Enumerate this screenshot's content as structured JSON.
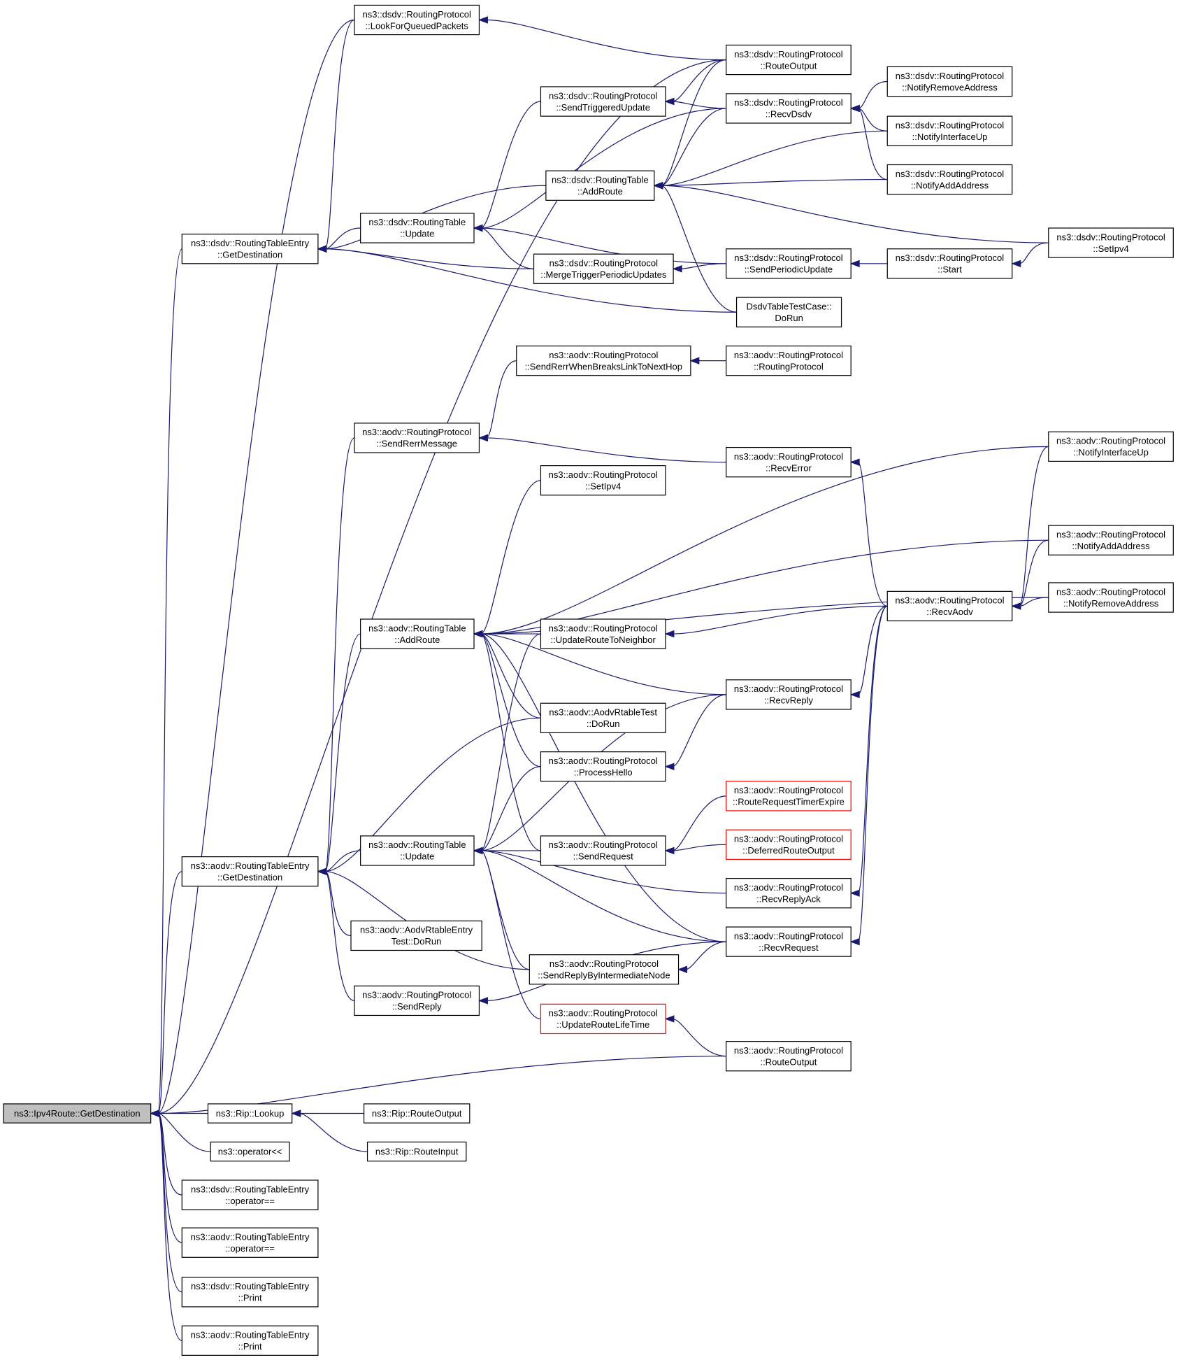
{
  "graph": {
    "type": "caller-graph",
    "colors": {
      "edge": "#191970",
      "node_border": "#000000",
      "root_fill": "#bfbfbf",
      "truncated_border": "#ff0000"
    },
    "nodes": [
      {
        "id": "root",
        "lines": [
          "ns3::Ipv4Route::GetDestination"
        ],
        "root": true
      },
      {
        "id": "dsdvEntryGetDest",
        "lines": [
          "ns3::dsdv::RoutingTableEntry",
          "::GetDestination"
        ]
      },
      {
        "id": "dsdvLookForQueued",
        "lines": [
          "ns3::dsdv::RoutingProtocol",
          "::LookForQueuedPackets"
        ]
      },
      {
        "id": "dsdvRouteOutput",
        "lines": [
          "ns3::dsdv::RoutingProtocol",
          "::RouteOutput"
        ]
      },
      {
        "id": "dsdvSendTriggered",
        "lines": [
          "ns3::dsdv::RoutingProtocol",
          "::SendTriggeredUpdate"
        ]
      },
      {
        "id": "dsdvRecvDsdv",
        "lines": [
          "ns3::dsdv::RoutingProtocol",
          "::RecvDsdv"
        ]
      },
      {
        "id": "dsdvNotifyRemove",
        "lines": [
          "ns3::dsdv::RoutingProtocol",
          "::NotifyRemoveAddress"
        ]
      },
      {
        "id": "dsdvNotifyIfUp",
        "lines": [
          "ns3::dsdv::RoutingProtocol",
          "::NotifyInterfaceUp"
        ]
      },
      {
        "id": "dsdvAddRoute",
        "lines": [
          "ns3::dsdv::RoutingTable",
          "::AddRoute"
        ]
      },
      {
        "id": "dsdvNotifyAdd",
        "lines": [
          "ns3::dsdv::RoutingProtocol",
          "::NotifyAddAddress"
        ]
      },
      {
        "id": "dsdvUpdate",
        "lines": [
          "ns3::dsdv::RoutingTable",
          "::Update"
        ]
      },
      {
        "id": "dsdvSetIpv4",
        "lines": [
          "ns3::dsdv::RoutingProtocol",
          "::SetIpv4"
        ]
      },
      {
        "id": "dsdvMerge",
        "lines": [
          "ns3::dsdv::RoutingProtocol",
          "::MergeTriggerPeriodicUpdates"
        ]
      },
      {
        "id": "dsdvSendPeriodic",
        "lines": [
          "ns3::dsdv::RoutingProtocol",
          "::SendPeriodicUpdate"
        ]
      },
      {
        "id": "dsdvStart",
        "lines": [
          "ns3::dsdv::RoutingProtocol",
          "::Start"
        ]
      },
      {
        "id": "dsdvTableTest",
        "lines": [
          "DsdvTableTestCase::",
          "DoRun"
        ]
      },
      {
        "id": "aodvSendRerrBreaks",
        "lines": [
          "ns3::aodv::RoutingProtocol",
          "::SendRerrWhenBreaksLinkToNextHop"
        ]
      },
      {
        "id": "aodvRoutingProtocolCtor",
        "lines": [
          "ns3::aodv::RoutingProtocol",
          "::RoutingProtocol"
        ]
      },
      {
        "id": "aodvSendRerrMsg",
        "lines": [
          "ns3::aodv::RoutingProtocol",
          "::SendRerrMessage"
        ]
      },
      {
        "id": "aodvNotifyIfUp",
        "lines": [
          "ns3::aodv::RoutingProtocol",
          "::NotifyInterfaceUp"
        ]
      },
      {
        "id": "aodvRecvError",
        "lines": [
          "ns3::aodv::RoutingProtocol",
          "::RecvError"
        ]
      },
      {
        "id": "aodvSetIpv4",
        "lines": [
          "ns3::aodv::RoutingProtocol",
          "::SetIpv4"
        ]
      },
      {
        "id": "aodvNotifyAdd",
        "lines": [
          "ns3::aodv::RoutingProtocol",
          "::NotifyAddAddress"
        ]
      },
      {
        "id": "aodvRecvAodv",
        "lines": [
          "ns3::aodv::RoutingProtocol",
          "::RecvAodv"
        ]
      },
      {
        "id": "aodvNotifyRemove",
        "lines": [
          "ns3::aodv::RoutingProtocol",
          "::NotifyRemoveAddress"
        ]
      },
      {
        "id": "aodvAddRoute",
        "lines": [
          "ns3::aodv::RoutingTable",
          "::AddRoute"
        ]
      },
      {
        "id": "aodvUpdateRouteToNeighbor",
        "lines": [
          "ns3::aodv::RoutingProtocol",
          "::UpdateRouteToNeighbor"
        ]
      },
      {
        "id": "aodvRecvReply",
        "lines": [
          "ns3::aodv::RoutingProtocol",
          "::RecvReply"
        ]
      },
      {
        "id": "aodvRtableTest",
        "lines": [
          "ns3::aodv::AodvRtableTest",
          "::DoRun"
        ]
      },
      {
        "id": "aodvProcessHello",
        "lines": [
          "ns3::aodv::RoutingProtocol",
          "::ProcessHello"
        ]
      },
      {
        "id": "aodvRouteReqTimer",
        "lines": [
          "ns3::aodv::RoutingProtocol",
          "::RouteRequestTimerExpire"
        ],
        "truncated": true
      },
      {
        "id": "aodvDeferred",
        "lines": [
          "ns3::aodv::RoutingProtocol",
          "::DeferredRouteOutput"
        ],
        "truncated": true
      },
      {
        "id": "aodvUpdate",
        "lines": [
          "ns3::aodv::RoutingTable",
          "::Update"
        ]
      },
      {
        "id": "aodvSendRequest",
        "lines": [
          "ns3::aodv::RoutingProtocol",
          "::SendRequest"
        ]
      },
      {
        "id": "aodvEntryGetDest",
        "lines": [
          "ns3::aodv::RoutingTableEntry",
          "::GetDestination"
        ]
      },
      {
        "id": "aodvRecvReplyAck",
        "lines": [
          "ns3::aodv::RoutingProtocol",
          "::RecvReplyAck"
        ]
      },
      {
        "id": "aodvRtableEntryTest",
        "lines": [
          "ns3::aodv::AodvRtableEntry",
          "Test::DoRun"
        ]
      },
      {
        "id": "aodvRecvRequest",
        "lines": [
          "ns3::aodv::RoutingProtocol",
          "::RecvRequest"
        ]
      },
      {
        "id": "aodvSendReplyByInter",
        "lines": [
          "ns3::aodv::RoutingProtocol",
          "::SendReplyByIntermediateNode"
        ]
      },
      {
        "id": "aodvSendReply",
        "lines": [
          "ns3::aodv::RoutingProtocol",
          "::SendReply"
        ]
      },
      {
        "id": "aodvUpdateRouteLife",
        "lines": [
          "ns3::aodv::RoutingProtocol",
          "::UpdateRouteLifeTime"
        ],
        "truncated": true
      },
      {
        "id": "aodvRouteOutput",
        "lines": [
          "ns3::aodv::RoutingProtocol",
          "::RouteOutput"
        ]
      },
      {
        "id": "ripLookup",
        "lines": [
          "ns3::Rip::Lookup"
        ]
      },
      {
        "id": "ripRouteOutput",
        "lines": [
          "ns3::Rip::RouteOutput"
        ]
      },
      {
        "id": "ripRouteInput",
        "lines": [
          "ns3::Rip::RouteInput"
        ]
      },
      {
        "id": "opStream",
        "lines": [
          "ns3::operator<<"
        ]
      },
      {
        "id": "dsdvOpEq",
        "lines": [
          "ns3::dsdv::RoutingTableEntry",
          "::operator=="
        ]
      },
      {
        "id": "aodvOpEq",
        "lines": [
          "ns3::aodv::RoutingTableEntry",
          "::operator=="
        ]
      },
      {
        "id": "dsdvPrint",
        "lines": [
          "ns3::dsdv::RoutingTableEntry",
          "::Print"
        ]
      },
      {
        "id": "aodvPrint",
        "lines": [
          "ns3::aodv::RoutingTableEntry",
          "::Print"
        ]
      }
    ],
    "edges": [
      [
        "root",
        "dsdvLookForQueued"
      ],
      [
        "root",
        "dsdvRouteOutput"
      ],
      [
        "root",
        "dsdvEntryGetDest"
      ],
      [
        "root",
        "aodvEntryGetDest"
      ],
      [
        "root",
        "aodvRouteOutput"
      ],
      [
        "root",
        "ripLookup"
      ],
      [
        "root",
        "opStream"
      ],
      [
        "root",
        "dsdvOpEq"
      ],
      [
        "root",
        "aodvOpEq"
      ],
      [
        "root",
        "dsdvPrint"
      ],
      [
        "root",
        "aodvPrint"
      ],
      [
        "dsdvLookForQueued",
        "dsdvRouteOutput"
      ],
      [
        "dsdvEntryGetDest",
        "dsdvLookForQueued"
      ],
      [
        "dsdvEntryGetDest",
        "dsdvAddRoute"
      ],
      [
        "dsdvEntryGetDest",
        "dsdvUpdate"
      ],
      [
        "dsdvEntryGetDest",
        "dsdvMerge"
      ],
      [
        "dsdvEntryGetDest",
        "dsdvTableTest"
      ],
      [
        "dsdvSendTriggered",
        "dsdvRouteOutput"
      ],
      [
        "dsdvSendTriggered",
        "dsdvRecvDsdv"
      ],
      [
        "dsdvRecvDsdv",
        "dsdvNotifyRemove"
      ],
      [
        "dsdvRecvDsdv",
        "dsdvNotifyIfUp"
      ],
      [
        "dsdvRecvDsdv",
        "dsdvNotifyAdd"
      ],
      [
        "dsdvAddRoute",
        "dsdvRouteOutput"
      ],
      [
        "dsdvAddRoute",
        "dsdvRecvDsdv"
      ],
      [
        "dsdvAddRoute",
        "dsdvNotifyIfUp"
      ],
      [
        "dsdvAddRoute",
        "dsdvNotifyAdd"
      ],
      [
        "dsdvAddRoute",
        "dsdvSetIpv4"
      ],
      [
        "dsdvAddRoute",
        "dsdvTableTest"
      ],
      [
        "dsdvUpdate",
        "dsdvSendTriggered"
      ],
      [
        "dsdvUpdate",
        "dsdvRecvDsdv"
      ],
      [
        "dsdvUpdate",
        "dsdvMerge"
      ],
      [
        "dsdvUpdate",
        "dsdvSendPeriodic"
      ],
      [
        "dsdvMerge",
        "dsdvSendPeriodic"
      ],
      [
        "dsdvSendPeriodic",
        "dsdvStart"
      ],
      [
        "dsdvStart",
        "dsdvSetIpv4"
      ],
      [
        "aodvSendRerrBreaks",
        "aodvRoutingProtocolCtor"
      ],
      [
        "aodvSendRerrMsg",
        "aodvSendRerrBreaks"
      ],
      [
        "aodvSendRerrMsg",
        "aodvRecvError"
      ],
      [
        "aodvRecvError",
        "aodvRecvAodv"
      ],
      [
        "aodvRecvAodv",
        "aodvNotifyIfUp"
      ],
      [
        "aodvRecvAodv",
        "aodvNotifyAdd"
      ],
      [
        "aodvRecvAodv",
        "aodvNotifyRemove"
      ],
      [
        "aodvAddRoute",
        "aodvNotifyIfUp"
      ],
      [
        "aodvAddRoute",
        "aodvSetIpv4"
      ],
      [
        "aodvAddRoute",
        "aodvNotifyAdd"
      ],
      [
        "aodvAddRoute",
        "aodvNotifyRemove"
      ],
      [
        "aodvAddRoute",
        "aodvUpdateRouteToNeighbor"
      ],
      [
        "aodvAddRoute",
        "aodvRecvReply"
      ],
      [
        "aodvAddRoute",
        "aodvRtableTest"
      ],
      [
        "aodvAddRoute",
        "aodvProcessHello"
      ],
      [
        "aodvAddRoute",
        "aodvSendRequest"
      ],
      [
        "aodvAddRoute",
        "aodvRecvRequest"
      ],
      [
        "aodvUpdateRouteToNeighbor",
        "aodvRecvAodv"
      ],
      [
        "aodvRecvReply",
        "aodvRecvAodv"
      ],
      [
        "aodvProcessHello",
        "aodvRecvReply"
      ],
      [
        "aodvSendRequest",
        "aodvRouteReqTimer"
      ],
      [
        "aodvSendRequest",
        "aodvDeferred"
      ],
      [
        "aodvRecvReplyAck",
        "aodvRecvAodv"
      ],
      [
        "aodvRecvRequest",
        "aodvRecvAodv"
      ],
      [
        "aodvEntryGetDest",
        "aodvSendRerrMsg"
      ],
      [
        "aodvEntryGetDest",
        "aodvAddRoute"
      ],
      [
        "aodvEntryGetDest",
        "aodvRtableTest"
      ],
      [
        "aodvEntryGetDest",
        "aodvUpdate"
      ],
      [
        "aodvEntryGetDest",
        "aodvRtableEntryTest"
      ],
      [
        "aodvEntryGetDest",
        "aodvSendReplyByInter"
      ],
      [
        "aodvEntryGetDest",
        "aodvSendReply"
      ],
      [
        "aodvUpdate",
        "aodvUpdateRouteToNeighbor"
      ],
      [
        "aodvUpdate",
        "aodvProcessHello"
      ],
      [
        "aodvUpdate",
        "aodvRecvReply"
      ],
      [
        "aodvUpdate",
        "aodvSendRequest"
      ],
      [
        "aodvUpdate",
        "aodvRecvReplyAck"
      ],
      [
        "aodvUpdate",
        "aodvRecvRequest"
      ],
      [
        "aodvUpdate",
        "aodvSendReplyByInter"
      ],
      [
        "aodvUpdate",
        "aodvUpdateRouteLife"
      ],
      [
        "aodvSendReplyByInter",
        "aodvRecvRequest"
      ],
      [
        "aodvSendReply",
        "aodvRecvRequest"
      ],
      [
        "aodvUpdateRouteLife",
        "aodvRouteOutput"
      ],
      [
        "ripLookup",
        "ripRouteOutput"
      ],
      [
        "ripLookup",
        "ripRouteInput"
      ]
    ]
  }
}
